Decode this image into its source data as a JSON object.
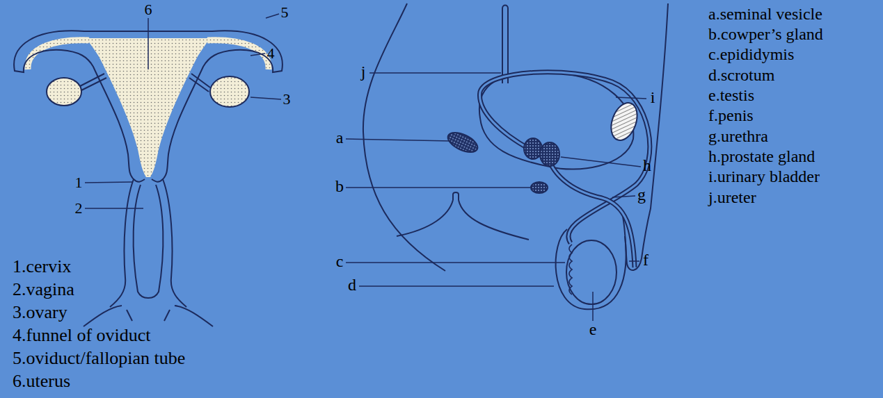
{
  "diagram": {
    "labels": [
      "6",
      "5",
      "4",
      "3",
      "1",
      "2",
      "1.cervix",
      "2.vagina",
      "3.ovary",
      "4.funnel of oviduct",
      "5.oviduct/fallopian tube",
      "6.uterus",
      "j",
      "i",
      "a",
      "h",
      "b",
      "g",
      "c",
      "f",
      "d",
      "e",
      "a.seminal vesicle",
      "b.cowper’s gland",
      "c.epididymis",
      "d.scrotum",
      "e.testis",
      "f.penis",
      "g.urethra",
      "h.prostate gland",
      "i.urinary bladder",
      "j.ureter"
    ]
  }
}
